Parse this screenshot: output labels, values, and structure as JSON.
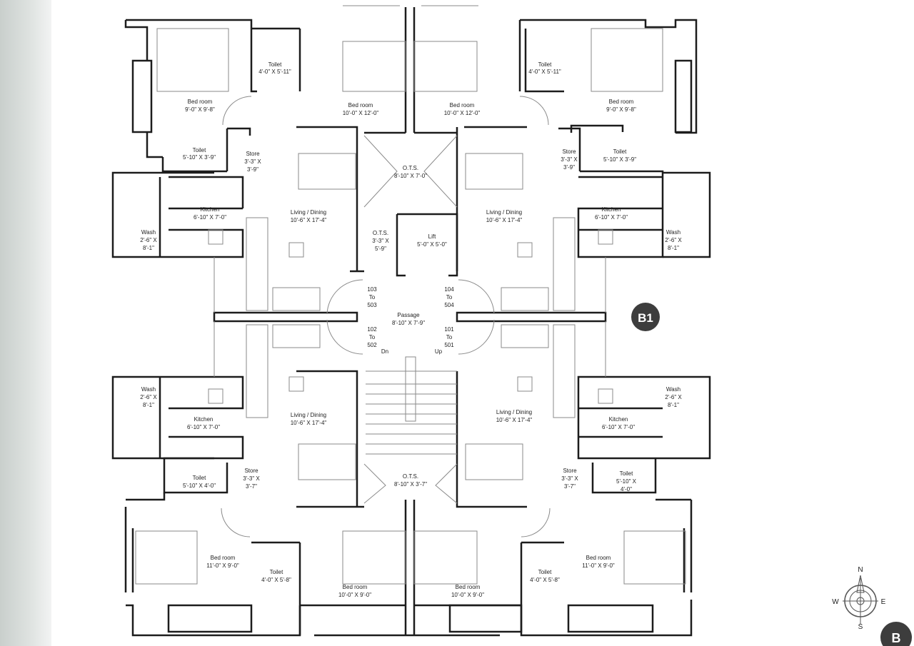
{
  "rooms": {
    "tl_toilet_top": {
      "name": "Toilet",
      "dims": "4'-0\" X 5'-11\""
    },
    "tl_bed": {
      "name": "Bed room",
      "dims": "9'-0\" X 9'-8\""
    },
    "tc_bed_left": {
      "name": "Bed room",
      "dims": "10'-0\" X 12'-0\""
    },
    "tc_bed_right": {
      "name": "Bed room",
      "dims": "10'-0\" X 12'-0\""
    },
    "tr_toilet_top": {
      "name": "Toilet",
      "dims": "4'-0\" X 5'-11\""
    },
    "tr_bed": {
      "name": "Bed room",
      "dims": "9'-0\" X 9'-8\""
    },
    "tl_toilet2": {
      "name": "Toilet",
      "dims": "5'-10\" X 3'-9\""
    },
    "tl_store": {
      "name": "Store",
      "dims_a": "3'-3\" X",
      "dims_b": "3'-9\""
    },
    "tr_store": {
      "name": "Store",
      "dims_a": "3'-3\" X",
      "dims_b": "3'-9\""
    },
    "tr_toilet2": {
      "name": "Toilet",
      "dims": "5'-10\" X 3'-9\""
    },
    "ots_top": {
      "name": "O.T.S.",
      "dims": "8'-10\" X 7'-0\""
    },
    "tl_kitchen": {
      "name": "Kitchen",
      "dims": "6'-10\" X 7'-0\""
    },
    "tl_living": {
      "name": "Living / Dining",
      "dims": "10'-6\" X 17'-4\""
    },
    "tr_living": {
      "name": "Living / Dining",
      "dims": "10'-6\" X 17'-4\""
    },
    "tr_kitchen": {
      "name": "Kitchen",
      "dims": "6'-10\" X 7'-0\""
    },
    "tl_wash": {
      "name": "Wash",
      "dims_a": "2'-6\" X",
      "dims_b": "8'-1\""
    },
    "tr_wash": {
      "name": "Wash",
      "dims_a": "2'-6\" X",
      "dims_b": "8'-1\""
    },
    "ots_small": {
      "name": "O.T.S.",
      "dims_a": "3'-3\" X",
      "dims_b": "5'-9\""
    },
    "lift": {
      "name": "Lift",
      "dims": "5'-0\" X 5'-0\""
    },
    "passage": {
      "name": "Passage",
      "dims": "8'-10\" X 7'-9\""
    },
    "bl_wash": {
      "name": "Wash",
      "dims_a": "2'-6\" X",
      "dims_b": "8'-1\""
    },
    "br_wash": {
      "name": "Wash",
      "dims_a": "2'-6\" X",
      "dims_b": "8'-1\""
    },
    "bl_kitchen": {
      "name": "Kitchen",
      "dims": "6'-10\" X 7'-0\""
    },
    "bl_living": {
      "name": "Living / Dining",
      "dims": "10'-6\" X 17'-4\""
    },
    "br_living": {
      "name": "Living / Dining",
      "dims": "10'-6\" X 17'-4\""
    },
    "br_kitchen": {
      "name": "Kitchen",
      "dims": "6'-10\" X 7'-0\""
    },
    "ots_bottom": {
      "name": "O.T.S.",
      "dims": "8'-10\" X 3'-7\""
    },
    "bl_toilet": {
      "name": "Toilet",
      "dims": "5'-10\" X 4'-0\""
    },
    "bl_store": {
      "name": "Store",
      "dims_a": "3'-3\" X",
      "dims_b": "3'-7\""
    },
    "br_store": {
      "name": "Store",
      "dims_a": "3'-3\" X",
      "dims_b": "3'-7\""
    },
    "br_toilet": {
      "name": "Toilet",
      "dims_a": "5'-10\" X",
      "dims_b": "4'-0\""
    },
    "bl_bed": {
      "name": "Bed room",
      "dims": "11'-0\" X 9'-0\""
    },
    "br_bed": {
      "name": "Bed room",
      "dims": "11'-0\" X 9'-0\""
    },
    "bl_toilet_bot": {
      "name": "Toilet",
      "dims": "4'-0\" X 5'-8\""
    },
    "br_toilet_bot": {
      "name": "Toilet",
      "dims": "4'-0\" X 5'-8\""
    },
    "bc_bed_left": {
      "name": "Bed room",
      "dims": "10'-0\" X 9'-0\""
    },
    "bc_bed_right": {
      "name": "Bed room",
      "dims": "10'-0\" X 9'-0\""
    }
  },
  "flats": {
    "tl": [
      "103",
      "To",
      "503"
    ],
    "tr": [
      "104",
      "To",
      "504"
    ],
    "bl": [
      "102",
      "To",
      "502"
    ],
    "br": [
      "101",
      "To",
      "501"
    ]
  },
  "stairs": {
    "down": "Dn",
    "up": "Up"
  },
  "block_badge": "B1",
  "corner_badge": "B",
  "compass": {
    "n": "N",
    "s": "S",
    "e": "E",
    "w": "W"
  },
  "colors": {
    "wall": "#1c1c1c",
    "badge": "#3d3d3d",
    "line": "#8a8a8a"
  }
}
